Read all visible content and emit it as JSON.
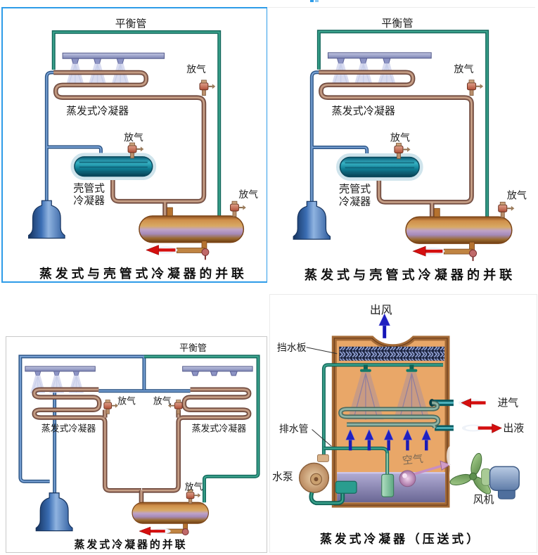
{
  "page": {
    "background": "#ffffff",
    "top_link_fragment_color": "#2e9ce8",
    "corner_artifact": "‥"
  },
  "colors": {
    "selection_border": "#2e9ce8",
    "panel_border_light": "#c9c9c9",
    "teal_pipe": "#2e9b86",
    "blue_pipe": "#4d7fb5",
    "copper_pipe": "#a87e6b",
    "red_arrow": "#d40f0f",
    "casing_orange": "#e9a768"
  },
  "panels": {
    "p1": {
      "caption": "蒸发式与壳管式冷凝器的并联",
      "labels": {
        "balance_pipe": "平衡管",
        "vent_coil": "放气",
        "evaporative_condenser": "蒸发式冷凝器",
        "vent_shell": "放气",
        "shell_tube_line1": "壳管式",
        "shell_tube_line2": "冷凝器",
        "vent_receiver": "放气"
      }
    },
    "p2": {
      "caption": "蒸发式与壳管式冷凝器的并联",
      "labels": {
        "balance_pipe": "平衡管",
        "vent_coil": "放气",
        "evaporative_condenser": "蒸发式冷凝器",
        "vent_shell": "放气",
        "shell_tube_line1": "壳管式",
        "shell_tube_line2": "冷凝器",
        "vent_receiver": "放气"
      }
    },
    "p3": {
      "caption": "蒸发式冷凝器的并联",
      "labels": {
        "balance_pipe": "平衡管",
        "vent_left": "放气",
        "vent_right": "放气",
        "vent_receiver": "放气",
        "evap_left": "蒸发式冷凝器",
        "evap_right": "蒸发式冷凝器"
      }
    },
    "p4": {
      "caption": "蒸发式冷凝器（压送式）",
      "labels": {
        "air_out": "出风",
        "water_baffle": "挡水板",
        "gas_in": "进气",
        "liquid_out": "出液",
        "drain_pipe": "排水管",
        "water_pump": "水泵",
        "air": "空气",
        "fan": "风机"
      }
    }
  }
}
